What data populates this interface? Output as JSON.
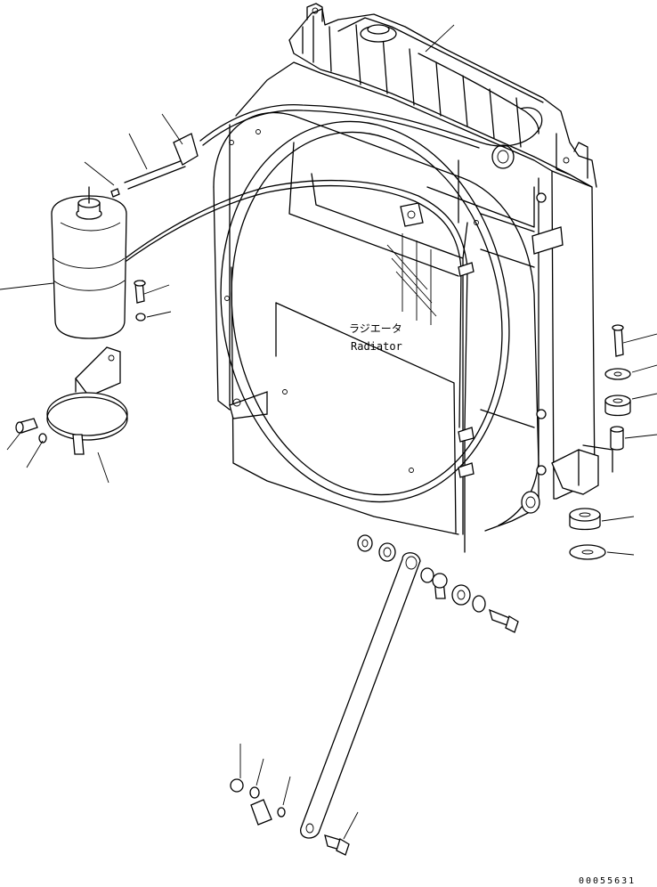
{
  "labels": {
    "radiator_jp": "ラジエータ",
    "radiator_en": "Radiator"
  },
  "drawing_code": "00055631"
}
